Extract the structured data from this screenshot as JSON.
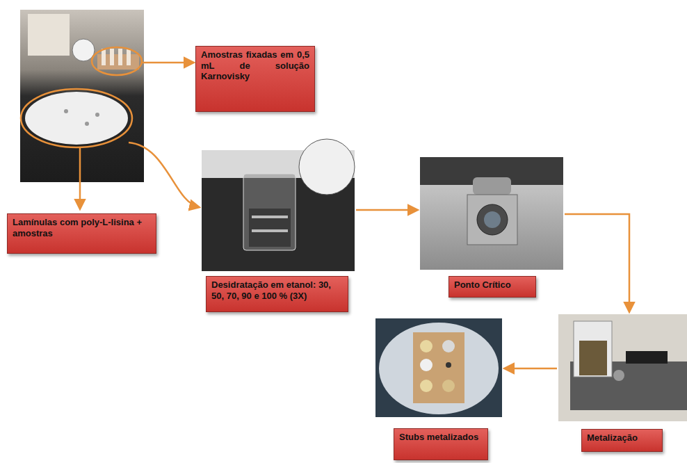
{
  "diagram": {
    "nodes": [
      {
        "text": [
          "Amostras fixadas em 0,5 mL de solução Karnovisky"
        ]
      },
      {
        "text": [
          "Lamínulas com poly-L-lisina + amostras"
        ]
      },
      {
        "text": [
          "Desidratação em etanol: 30, 50, 70, 90 e 100 % (3X)"
        ]
      },
      {
        "text": [
          "Ponto Crítico"
        ]
      },
      {
        "text": [
          "Stubs metalizados"
        ]
      },
      {
        "text": [
          "Metalização"
        ]
      }
    ]
  }
}
